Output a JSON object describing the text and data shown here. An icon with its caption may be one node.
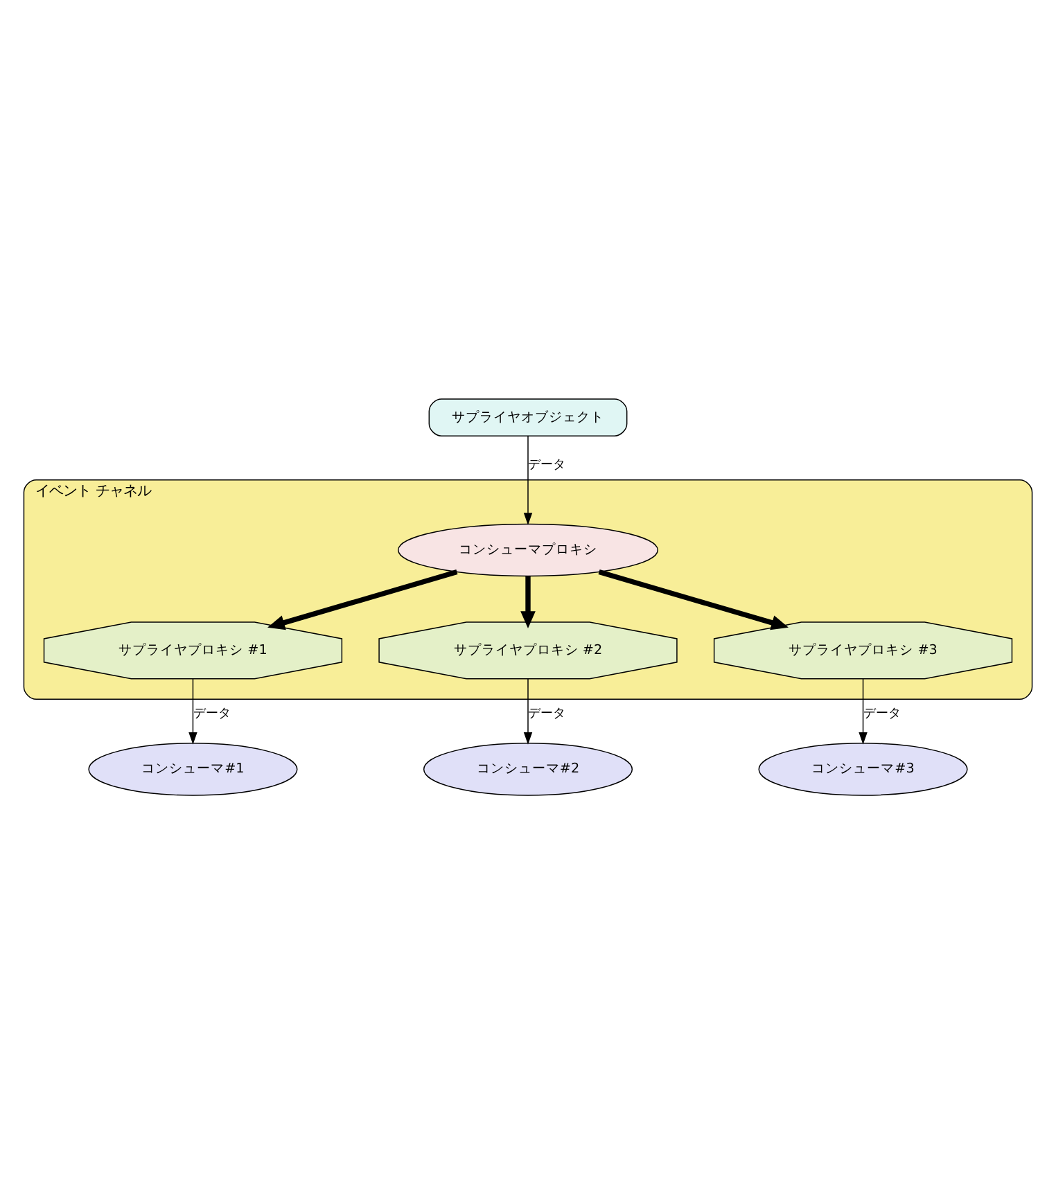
{
  "diagram": {
    "nodes": [
      {
        "text": [
          "サプライヤオブジェクト"
        ]
      },
      {
        "text": [
          "イベント チャネル"
        ]
      },
      {
        "text": [
          "コンシューマプロキシ"
        ],
        "in": 1
      },
      {
        "text": [
          "サプライヤプロキシ #1"
        ],
        "in": 1
      },
      {
        "text": [
          "サプライヤプロキシ #2"
        ],
        "in": 1
      },
      {
        "text": [
          "サプライヤプロキシ #3"
        ],
        "in": 1
      },
      {
        "text": [
          "コンシューマ#1"
        ]
      },
      {
        "text": [
          "コンシューマ#2"
        ]
      },
      {
        "text": [
          "コンシューマ#3"
        ]
      }
    ],
    "edges": [
      {
        "from": 0,
        "to": 2,
        "arrow": "to",
        "label": "データ"
      },
      {
        "from": 2,
        "to": 3,
        "arrow": "to",
        "style": "thick"
      },
      {
        "from": 2,
        "to": 4,
        "arrow": "to",
        "style": "thick"
      },
      {
        "from": 2,
        "to": 5,
        "arrow": "to",
        "style": "thick"
      },
      {
        "from": 3,
        "to": 6,
        "arrow": "to",
        "label": "データ"
      },
      {
        "from": 4,
        "to": 7,
        "arrow": "to",
        "label": "データ"
      },
      {
        "from": 5,
        "to": 8,
        "arrow": "to",
        "label": "データ"
      }
    ]
  }
}
